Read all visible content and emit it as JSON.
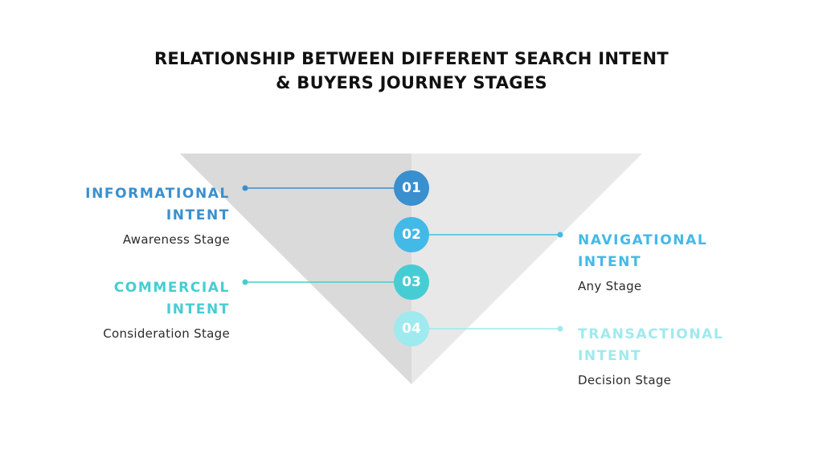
{
  "title": {
    "line1": "RELATIONSHIP BETWEEN DIFFERENT SEARCH INTENT",
    "line2": "& BUYERS JOURNEY STAGES"
  },
  "colors": {
    "funnel_left": "#dadada",
    "funnel_right": "#e8e8e8",
    "step1": "#3a8fcf",
    "step2": "#43b9e8",
    "step3": "#46cdd3",
    "step4": "#9eeaee"
  },
  "steps": [
    {
      "number": "01",
      "intent_line1": "INFORMATIONAL",
      "intent_line2": "INTENT",
      "stage": "Awareness Stage",
      "side": "left"
    },
    {
      "number": "02",
      "intent_line1": "NAVIGATIONAL",
      "intent_line2": "INTENT",
      "stage": "Any Stage",
      "side": "right"
    },
    {
      "number": "03",
      "intent_line1": "COMMERCIAL",
      "intent_line2": "INTENT",
      "stage": "Consideration Stage",
      "side": "left"
    },
    {
      "number": "04",
      "intent_line1": "TRANSACTIONAL",
      "intent_line2": "INTENT",
      "stage": "Decision Stage",
      "side": "right"
    }
  ]
}
